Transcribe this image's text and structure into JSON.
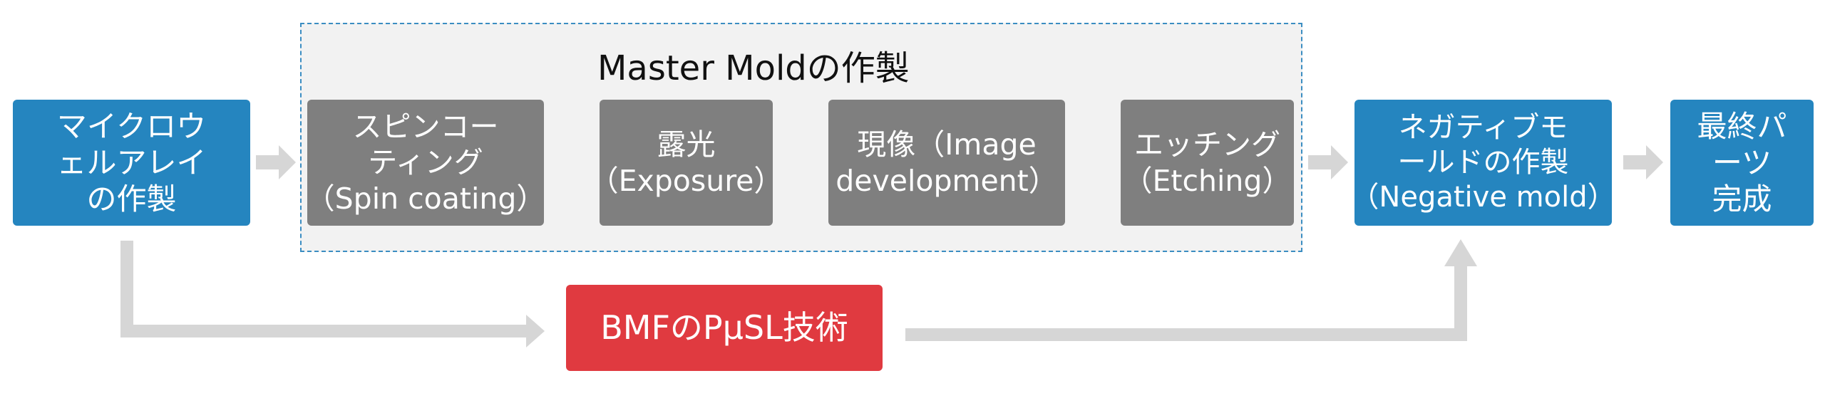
{
  "colors": {
    "blue": "#2585bf",
    "gray": "#7f7f7f",
    "red": "#e03a40",
    "arrow": "#d6d6d6",
    "group_border": "#3b8dc2",
    "group_fill": "#f2f2f2"
  },
  "group": {
    "title": "Master Moldの作製"
  },
  "nodes": {
    "microwell": {
      "lines": [
        "マイクロウ",
        "ェルアレイ",
        "の作製"
      ]
    },
    "spin": {
      "lines": [
        "スピンコー",
        "ティング",
        "（Spin coating）"
      ]
    },
    "exposure": {
      "lines": [
        "露光",
        "（Exposure）"
      ]
    },
    "develop": {
      "lines": [
        "現像（Image",
        "development）"
      ]
    },
    "etching": {
      "lines": [
        "エッチング",
        "（Etching）"
      ]
    },
    "negative": {
      "lines": [
        "ネガティブモ",
        "ールドの作製",
        "（Negative mold）"
      ]
    },
    "final": {
      "lines": [
        "最終パ",
        "ーツ",
        "完成"
      ]
    },
    "bmf": {
      "lines": [
        "BMFのPμSL技術"
      ]
    }
  }
}
